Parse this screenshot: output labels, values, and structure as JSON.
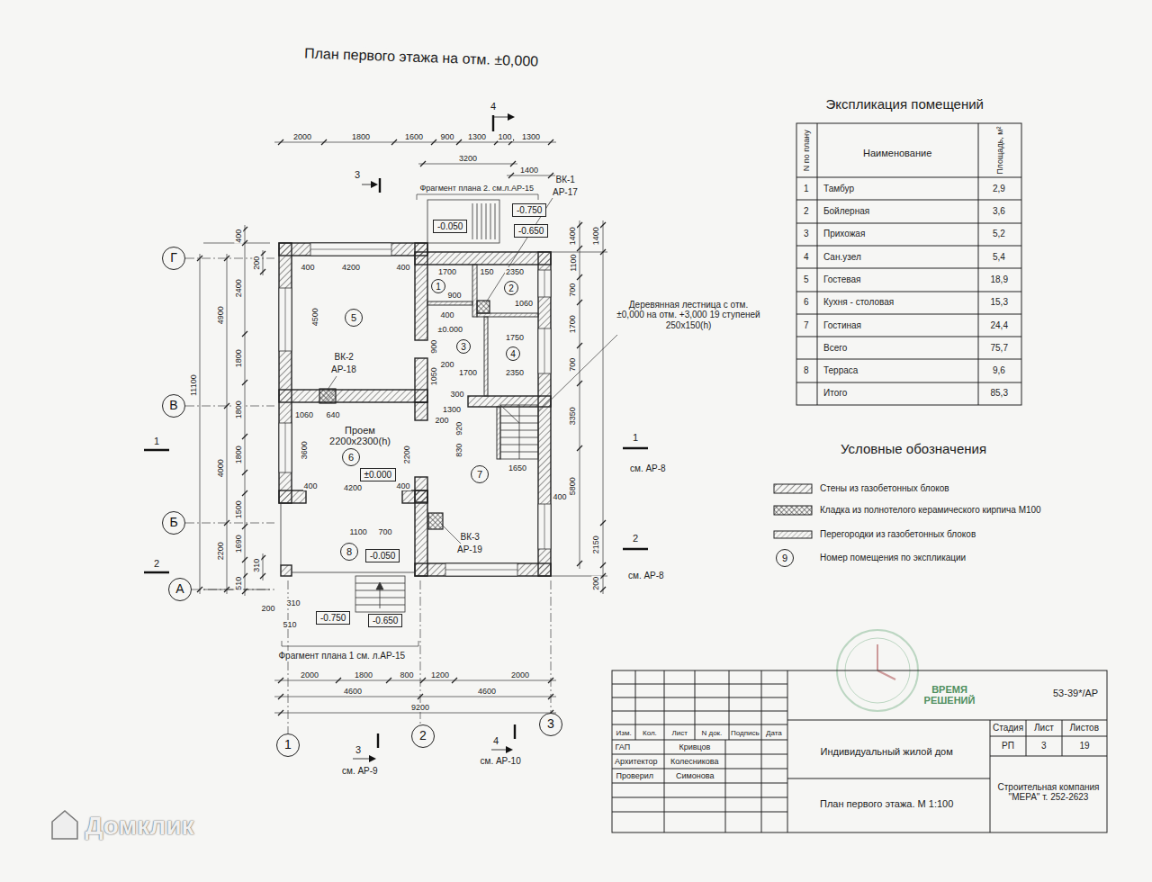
{
  "diagram": {
    "title": "План первого этажа на отм. ±0,000",
    "nodes": [
      {
        "text": [
          "Г"
        ]
      },
      {
        "text": [
          "В"
        ]
      },
      {
        "text": [
          "Б"
        ]
      },
      {
        "text": [
          "А"
        ]
      },
      {
        "text": [
          "1"
        ]
      },
      {
        "text": [
          "2"
        ]
      },
      {
        "text": [
          "3"
        ]
      },
      {
        "text": [
          "1"
        ]
      },
      {
        "text": [
          "2"
        ]
      },
      {
        "text": [
          "5"
        ]
      },
      {
        "text": [
          "3"
        ]
      },
      {
        "text": [
          "4"
        ]
      },
      {
        "text": [
          "6"
        ]
      },
      {
        "text": [
          "7"
        ]
      },
      {
        "text": [
          "8"
        ]
      },
      {
        "text": [
          "-0.750"
        ]
      },
      {
        "text": [
          "-0.050"
        ]
      },
      {
        "text": [
          "-0.650"
        ]
      },
      {
        "text": [
          "±0.000"
        ]
      },
      {
        "text": [
          "-0.050"
        ]
      },
      {
        "text": [
          "-0.750"
        ]
      },
      {
        "text": [
          "-0.650"
        ]
      },
      {
        "text": [
          "9"
        ]
      }
    ],
    "labels": [
      "2000",
      "1800",
      "1600",
      "900",
      "1300",
      "100",
      "1300",
      "3200",
      "1400",
      "Фрагмент плана 2. см.л.АР-15",
      "ВК-1",
      "АР-17",
      "4",
      "3",
      "4200",
      "400",
      "400",
      "4500",
      "1700",
      "150",
      "2350",
      "900",
      "1060",
      "400",
      "±0.000",
      "1750",
      "900",
      "1050",
      "200",
      "1700",
      "2350",
      "300",
      "1300",
      "200",
      "920",
      "830",
      "1650",
      "ВК-2",
      "АР-18",
      "1060",
      "640",
      "Проем 2200x2300(h)",
      "3600",
      "2200",
      "400",
      "4200",
      "400",
      "1100",
      "700",
      "ВК-3",
      "АР-19",
      "Деревянная лестница с отм. ±0,000 на отм. +3,000 19 ступеней 250х150(h)",
      "200",
      "310",
      "510",
      "Фрагмент плана 1 см. л.АР-15",
      "2000",
      "1800",
      "800",
      "1200",
      "2000",
      "4600",
      "4600",
      "9200",
      "3",
      "см. АР-9",
      "4",
      "см. АР-10",
      "11100",
      "4900",
      "4000",
      "2200",
      "400",
      "2400",
      "1800",
      "1800",
      "1800",
      "1500",
      "1690",
      "510",
      "200",
      "310",
      "1",
      "2",
      "1400",
      "1100",
      "700",
      "1700",
      "700",
      "3350",
      "5800",
      "400",
      "1400",
      "2150",
      "200",
      "1",
      "см. АР-8",
      "2",
      "см. АР-8",
      "Экспликация помещений",
      "N по плану",
      "Наименование",
      "Площадь, м²",
      "1",
      "Тамбур",
      "2,9",
      "2",
      "Бойлерная",
      "3,6",
      "3",
      "Прихожая",
      "5,2",
      "4",
      "Сан.узел",
      "5,4",
      "5",
      "Гостевая",
      "18,9",
      "6",
      "Кухня - столовая",
      "15,3",
      "7",
      "Гостиная",
      "24,4",
      "Всего",
      "75,7",
      "8",
      "Терраса",
      "9,6",
      "Итого",
      "85,3",
      "Условные обозначения",
      "53-39*/АР",
      "Изм.",
      "Кол.",
      "Лист",
      "N док.",
      "Подпись",
      "Дата",
      "ГАП",
      "Кривцов",
      "Архитектор",
      "Колесникова",
      "Проверил",
      "Симонова",
      "Индивидуальный жилой дом",
      "Стадия",
      "Лист",
      "Листов",
      "РП",
      "3",
      "19",
      "План первого этажа. М 1:100",
      "Строительная компания \"МЕРА\" т. 252-2623",
      "ВРЕМЯ РЕШЕНИЙ",
      "Домклик"
    ],
    "legend": [
      {
        "text": "Стены из газобетонных блоков"
      },
      {
        "text": "Кладка из полнотелого керамического кирпича М100"
      },
      {
        "text": "Перегородки из газобетонных блоков"
      },
      {
        "text": "Номер помещения по экспликации"
      }
    ]
  }
}
